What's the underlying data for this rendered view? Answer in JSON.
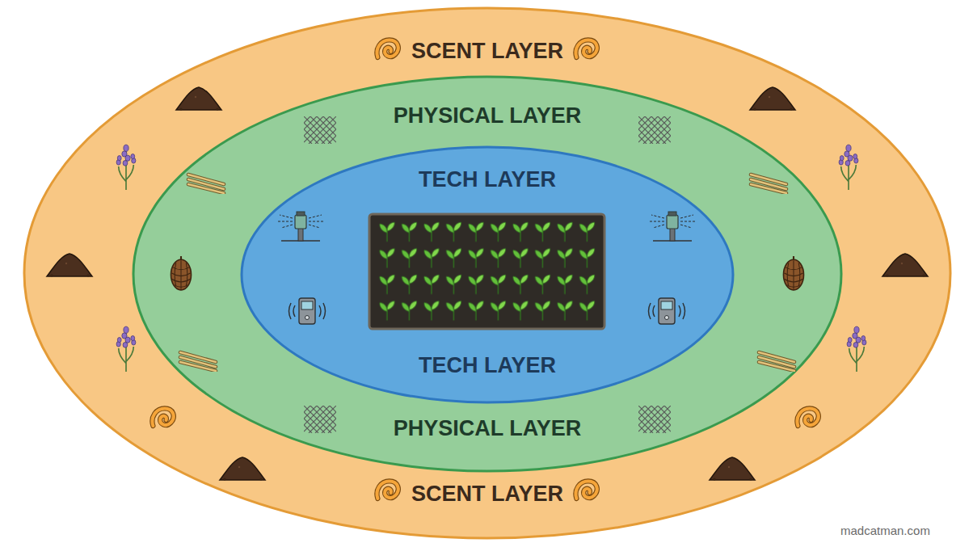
{
  "diagram": {
    "nodes": [
      {
        "text": [
          "SCENT LAYER",
          "SCENT LAYER"
        ]
      },
      {
        "text": [
          "PHYSICAL LAYER",
          "PHYSICAL LAYER"
        ],
        "in": 0
      },
      {
        "text": [
          "TECH LAYER",
          "TECH LAYER"
        ],
        "in": 1
      }
    ],
    "labels": [
      "madcatman.com"
    ]
  }
}
